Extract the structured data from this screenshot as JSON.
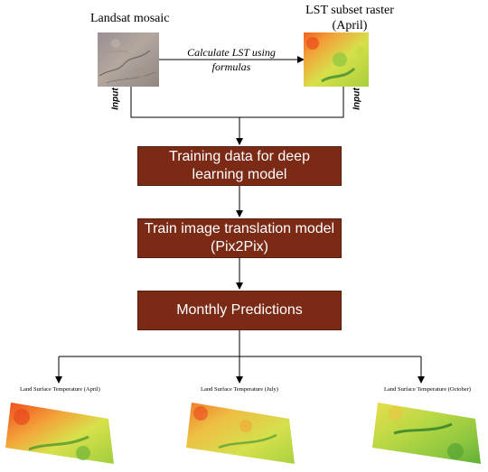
{
  "top": {
    "left_title": "Landsat mosaic",
    "right_title_line1": "LST subset raster",
    "right_title_line2": "(April)",
    "arrow_label_line1": "Calculate LST using",
    "arrow_label_line2": "formulas",
    "left_input": "Input",
    "right_input": "Input"
  },
  "steps": [
    {
      "line1": "Training data for deep",
      "line2": "learning model"
    },
    {
      "line1": "Train image translation model",
      "line2": "(Pix2Pix)"
    },
    {
      "line1": "Monthly Predictions",
      "line2": ""
    }
  ],
  "outputs": [
    {
      "label": "Land Surface Temperature (April)"
    },
    {
      "label": "Land Surface Temperature (July)"
    },
    {
      "label": "Land Surface Temperature (October)"
    }
  ],
  "colors": {
    "box_fill": "#7b2a16",
    "box_text": "#ffffff",
    "arrow": "#000000"
  }
}
